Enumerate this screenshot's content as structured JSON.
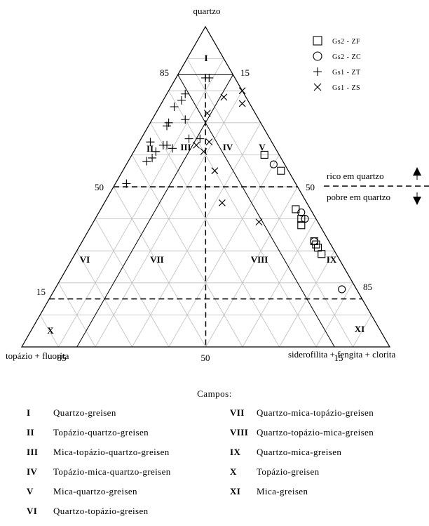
{
  "apex_labels": {
    "top": "quartzo",
    "left": "topázio + fluorita",
    "right": "siderofilita + fengita + clorita"
  },
  "tick_labels": {
    "left_85": "85",
    "top_15": "15",
    "left_50": "50",
    "right_50": "50",
    "left_15": "15",
    "right_85": "85",
    "bottom_85": "85",
    "bottom_50": "50",
    "bottom_15": "15"
  },
  "field_markers": [
    "I",
    "II",
    "III",
    "IV",
    "V",
    "VI",
    "VII",
    "VIII",
    "IX",
    "X",
    "XI"
  ],
  "annotations": {
    "rich": "rico em quartzo",
    "poor": "pobre em quartzo"
  },
  "legend": [
    {
      "symbol": "square",
      "label": "Gs2 - ZF"
    },
    {
      "symbol": "circle",
      "label": "Gs2 - ZC"
    },
    {
      "symbol": "plus",
      "label": "Gs1 - ZT"
    },
    {
      "symbol": "cross",
      "label": "Gs1 - ZS"
    }
  ],
  "fields_title": "Campos:",
  "fields": [
    {
      "num": "I",
      "name": "Quartzo-greisen"
    },
    {
      "num": "II",
      "name": "Topázio-quartzo-greisen"
    },
    {
      "num": "III",
      "name": "Mica-topázio-quartzo-greisen"
    },
    {
      "num": "IV",
      "name": "Topázio-mica-quartzo-greisen"
    },
    {
      "num": "V",
      "name": "Mica-quartzo-greisen"
    },
    {
      "num": "VI",
      "name": "Quartzo-topázio-greisen"
    },
    {
      "num": "VII",
      "name": "Quartzo-mica-topázio-greisen"
    },
    {
      "num": "VIII",
      "name": "Quartzo-topázio-mica-greisen"
    },
    {
      "num": "IX",
      "name": "Quartzo-mica-greisen"
    },
    {
      "num": "X",
      "name": "Topázio-greisen"
    },
    {
      "num": "XI",
      "name": "Mica-greisen"
    }
  ],
  "chart_data": {
    "type": "scatter",
    "coordinates": "ternary (quartzo, topázio + fluorita, siderofilita + fengita + clorita), percent",
    "series": [
      {
        "name": "Gs2 - ZF",
        "marker": "square",
        "points": [
          {
            "q": 60,
            "r": 36
          },
          {
            "q": 55,
            "r": 43
          },
          {
            "q": 43,
            "r": 53
          },
          {
            "q": 40,
            "r": 56
          },
          {
            "q": 38,
            "r": 57
          },
          {
            "q": 33,
            "r": 63
          },
          {
            "q": 32,
            "r": 64
          },
          {
            "q": 31,
            "r": 65
          },
          {
            "q": 29,
            "r": 67
          }
        ]
      },
      {
        "name": "Gs2 - ZC",
        "marker": "circle",
        "points": [
          {
            "q": 57,
            "r": 40
          },
          {
            "q": 42,
            "r": 55
          },
          {
            "q": 40,
            "r": 57
          },
          {
            "q": 33,
            "r": 63
          },
          {
            "q": 18,
            "r": 78
          }
        ]
      },
      {
        "name": "Gs1 - ZT",
        "marker": "plus",
        "points": [
          {
            "q": 84,
            "r": 8
          },
          {
            "q": 84,
            "r": 9
          },
          {
            "q": 79,
            "r": 5
          },
          {
            "q": 77,
            "r": 5
          },
          {
            "q": 75,
            "r": 4
          },
          {
            "q": 70,
            "r": 5
          },
          {
            "q": 69,
            "r": 5
          },
          {
            "q": 71,
            "r": 9
          },
          {
            "q": 64,
            "r": 3
          },
          {
            "q": 63,
            "r": 7
          },
          {
            "q": 63,
            "r": 8
          },
          {
            "q": 62,
            "r": 10
          },
          {
            "q": 59,
            "r": 6
          },
          {
            "q": 61,
            "r": 6
          },
          {
            "q": 58,
            "r": 5
          },
          {
            "q": 65,
            "r": 13
          },
          {
            "q": 65,
            "r": 16
          },
          {
            "q": 51,
            "r": 3
          }
        ]
      },
      {
        "name": "Gs1 - ZS",
        "marker": "cross",
        "points": [
          {
            "q": 80,
            "r": 20
          },
          {
            "q": 76,
            "r": 22
          },
          {
            "q": 78,
            "r": 16
          },
          {
            "q": 73,
            "r": 14
          },
          {
            "q": 64,
            "r": 19
          },
          {
            "q": 63,
            "r": 16
          },
          {
            "q": 61,
            "r": 19
          },
          {
            "q": 55,
            "r": 25
          },
          {
            "q": 45,
            "r": 32
          },
          {
            "q": 39,
            "r": 45
          }
        ]
      }
    ],
    "field_boundaries": {
      "quartzo": [
        85,
        50,
        15
      ],
      "topazio_fluorita": [
        85,
        50,
        15
      ],
      "siderofilita_fengita_clorita": [
        85,
        50,
        15
      ]
    },
    "grid": true,
    "legend": "top-right"
  }
}
